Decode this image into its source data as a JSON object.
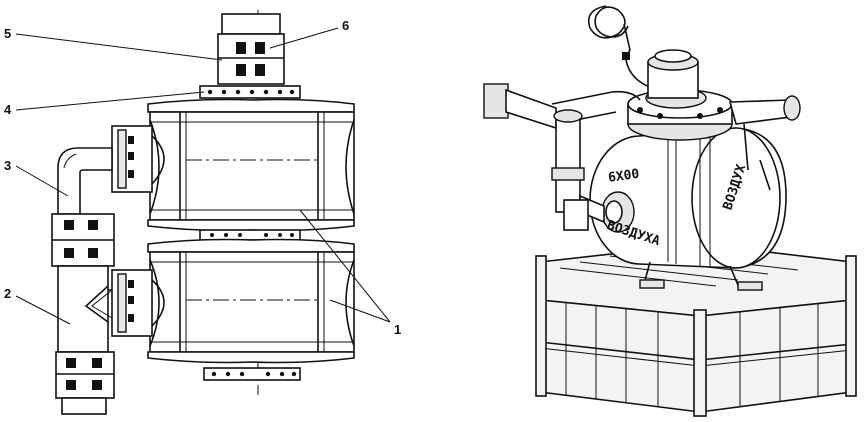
{
  "left_figure": {
    "callouts": [
      {
        "id": "label-1",
        "text": "1"
      },
      {
        "id": "label-2",
        "text": "2"
      },
      {
        "id": "label-3",
        "text": "3"
      },
      {
        "id": "label-4",
        "text": "4"
      },
      {
        "id": "label-5",
        "text": "5"
      },
      {
        "id": "label-6",
        "text": "6"
      }
    ]
  },
  "right_figure": {
    "stencils": {
      "face_upper": "6X00",
      "face_lower": "ВОЗДУХА",
      "side": "ВОЗДУХ"
    }
  }
}
